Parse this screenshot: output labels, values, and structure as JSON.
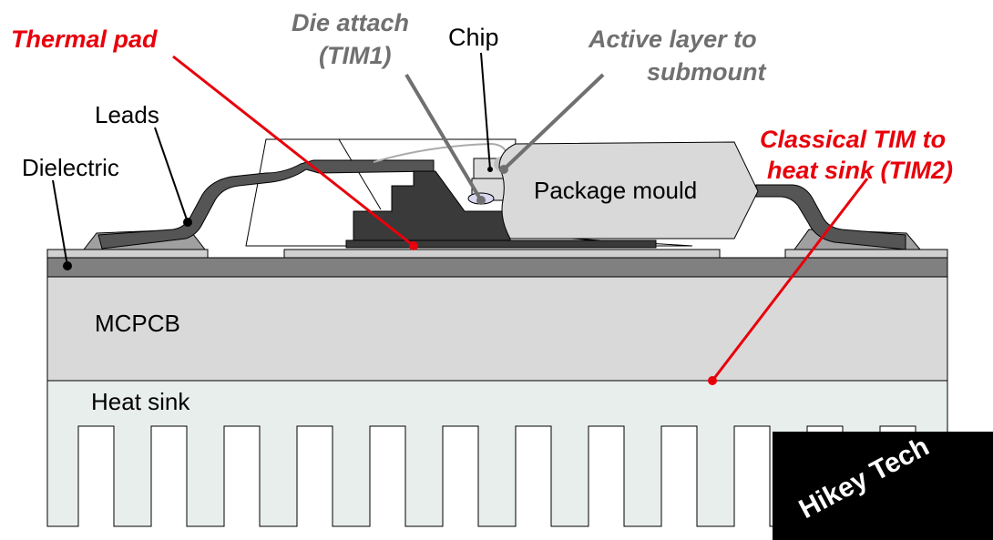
{
  "labels": {
    "thermal_pad": "Thermal pad",
    "die_attach_line1": "Die attach",
    "die_attach_line2": "(TIM1)",
    "chip": "Chip",
    "active_layer_line1": "Active layer to",
    "active_layer_line2": "submount",
    "leads": "Leads",
    "dielectric": "Dielectric",
    "classical_tim_line1": "Classical TIM to",
    "classical_tim_line2": "heat sink (TIM2)",
    "package_mould": "Package mould",
    "mcpcb": "MCPCB",
    "heat_sink": "Heat sink"
  },
  "watermark": {
    "text": "Hikey Tech"
  },
  "colors": {
    "red_callout": "#e8000b",
    "gray_callout": "#707070",
    "black_text": "#000000",
    "mcpcb_fill": "#d9d9d9",
    "heatsink_fill": "#e8eeec",
    "dielectric_fill": "#808080",
    "lead_fill": "#555555",
    "pad_fill": "#3a3a3a"
  }
}
